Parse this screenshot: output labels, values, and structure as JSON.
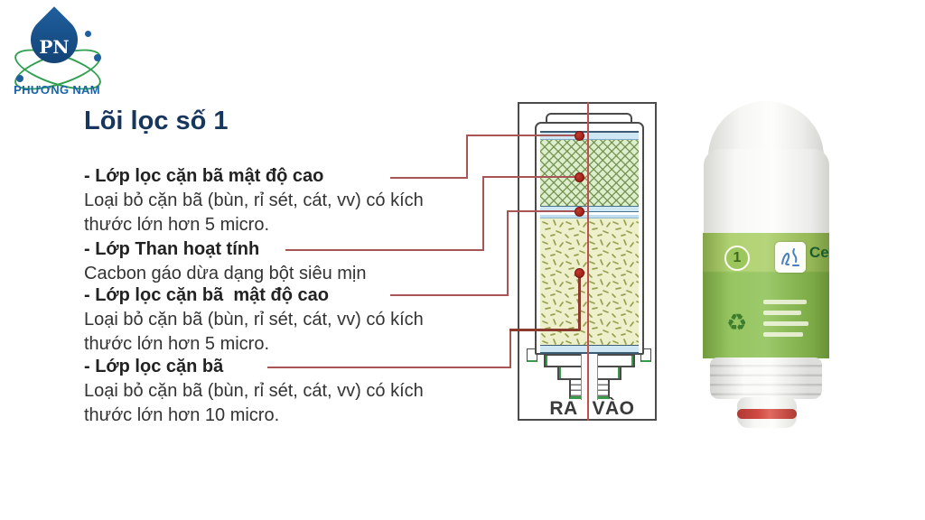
{
  "logo": {
    "initials": "PN",
    "company": "PHƯƠNG NAM"
  },
  "title": "Lõi lọc số 1",
  "sections": [
    {
      "heading": "- Lớp lọc cặn bã mật độ cao",
      "description": "Loại bỏ cặn bã (bùn, rỉ sét, cát, vv) có kích\nthước lớn hơn 5 micro."
    },
    {
      "heading": "- Lớp Than hoạt tính",
      "description": "Cacbon gáo dừa dạng bột siêu mịn"
    },
    {
      "heading": "- Lớp lọc cặn bã  mật độ cao",
      "description": "Loại bỏ cặn bã (bùn, rỉ sét, cát, vv) có kích\nthước lớn hơn 5 micro."
    },
    {
      "heading": "- Lớp lọc cặn bã",
      "description": "Loại bỏ cặn bã (bùn, rỉ sét, cát, vv) có kích\nthước lớn hơn 10 micro."
    }
  ],
  "diagram": {
    "outlet_label": "RA",
    "inlet_label": "VÀO"
  },
  "product": {
    "stage_number": "1",
    "brand_fragment": "Ce"
  },
  "colors": {
    "title_blue": "#17365d",
    "brand_blue": "#1a63ad",
    "brand_green": "#2ea04f",
    "drop_blue": "#1f5f9e",
    "connector_red": "#a85555",
    "connector_dark_red": "#8a3b2b",
    "dot_red": "#9b1f17",
    "centerline_red": "#c0504d",
    "diagram_outline": "#4a4a4a",
    "band_blue": "#cfe7f2",
    "band_blue_edge": "#47728f",
    "crosshatch_bg": "#dceecb",
    "crosshatch_line": "#7fa257",
    "speckle_bg": "#eef0cc",
    "speckle_dash": "#96a050",
    "fitting_green": "#3a9a4a",
    "label_green": "#8abf4f",
    "label_green_light": "#a8cd62",
    "oring_red": "#cf4a42"
  }
}
